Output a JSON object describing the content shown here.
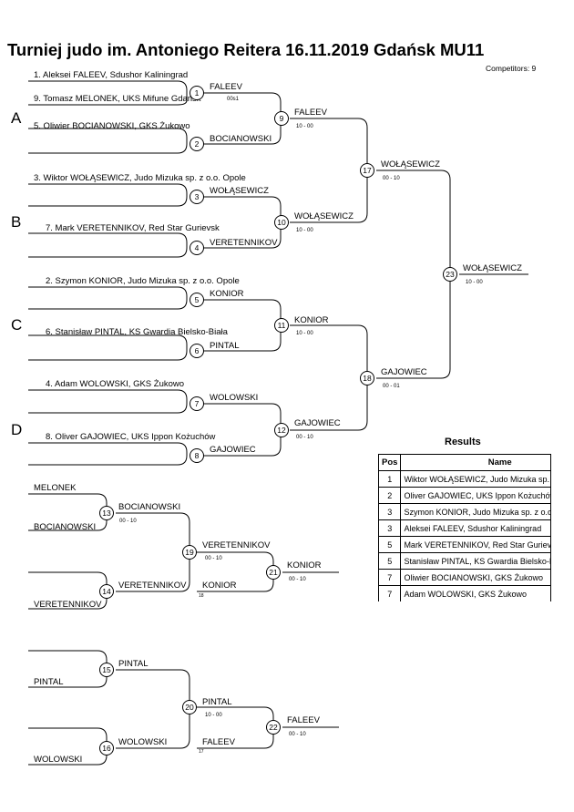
{
  "title": "Turniej judo im. Antoniego Reitera  16.11.2019  Gdańsk   MU11",
  "competitors_label": "Competitors: 9",
  "pools": [
    "A",
    "B",
    "C",
    "D"
  ],
  "entries": [
    "1. Aleksei FALEEV, Sdushor Kaliningrad",
    "9. Tomasz MELONEK, UKS Mifune Gdańsk",
    "5. Oliwier BOCIANOWSKI, GKS Żukowo",
    "3. Wiktor WOŁĄSEWICZ, Judo Mizuka sp. z o.o. Opole",
    "7. Mark VERETENNIKOV, Red Star Gurievsk",
    "2. Szymon KONIOR, Judo Mizuka sp. z o.o. Opole",
    "6. Stanisław PINTAL, KS Gwardia Bielsko-Biała",
    "4. Adam WOLOWSKI, GKS Żukowo",
    "8. Oliver GAJOWIEC, UKS Ippon Kożuchów"
  ],
  "matches": {
    "m1": {
      "num": "1",
      "winner": "FALEEV",
      "score": "00s1"
    },
    "m2": {
      "num": "2",
      "winner": "BOCIANOWSKI"
    },
    "m3": {
      "num": "3",
      "winner": "WOŁĄSEWICZ"
    },
    "m4": {
      "num": "4",
      "winner": "VERETENNIKOV"
    },
    "m5": {
      "num": "5",
      "winner": "KONIOR"
    },
    "m6": {
      "num": "6",
      "winner": "PINTAL"
    },
    "m7": {
      "num": "7",
      "winner": "WOLOWSKI"
    },
    "m8": {
      "num": "8",
      "winner": "GAJOWIEC"
    },
    "m9": {
      "num": "9",
      "winner": "FALEEV",
      "score": "10 - 00"
    },
    "m10": {
      "num": "10",
      "winner": "WOŁĄSEWICZ",
      "score": "10 - 00"
    },
    "m11": {
      "num": "11",
      "winner": "KONIOR",
      "score": "10 - 00"
    },
    "m12": {
      "num": "12",
      "winner": "GAJOWIEC",
      "score": "00 - 10"
    },
    "m17": {
      "num": "17",
      "winner": "WOŁĄSEWICZ",
      "score": "00 - 10"
    },
    "m18": {
      "num": "18",
      "winner": "GAJOWIEC",
      "score": "00 - 01"
    },
    "m23": {
      "num": "23",
      "winner": "WOŁĄSEWICZ",
      "score": "10 - 00"
    }
  },
  "repechage": {
    "top_entries": [
      "MELONEK",
      "BOCIANOWSKI",
      "VERETENNIKOV"
    ],
    "m13": {
      "num": "13",
      "winner": "BOCIANOWSKI",
      "score": "00 - 10"
    },
    "m14": {
      "num": "14",
      "winner": "VERETENNIKOV"
    },
    "m19": {
      "num": "19",
      "winner": "VERETENNIKOV",
      "score": "00 - 10"
    },
    "m21": {
      "num": "21",
      "winner": "KONIOR",
      "score": "00 - 10",
      "entrant": "KONIOR",
      "entrant_from": "18"
    },
    "bottom_entries": [
      "PINTAL",
      "WOLOWSKI"
    ],
    "m15": {
      "num": "15",
      "winner": "PINTAL"
    },
    "m16": {
      "num": "16",
      "winner": "WOLOWSKI"
    },
    "m20": {
      "num": "20",
      "winner": "PINTAL",
      "score": "10 - 00"
    },
    "m22": {
      "num": "22",
      "winner": "FALEEV",
      "score": "00 - 10",
      "entrant": "FALEEV",
      "entrant_from": "17"
    }
  },
  "results": {
    "title": "Results",
    "headers": [
      "Pos",
      "Name"
    ],
    "rows": [
      [
        "1",
        "Wiktor WOŁĄSEWICZ, Judo Mizuka sp. z o.o. Opole"
      ],
      [
        "2",
        "Oliver GAJOWIEC, UKS Ippon Kożuchów"
      ],
      [
        "3",
        "Szymon KONIOR, Judo Mizuka sp. z o.o. Opole"
      ],
      [
        "3",
        "Aleksei FALEEV, Sdushor Kaliningrad"
      ],
      [
        "5",
        "Mark VERETENNIKOV, Red Star Gurievsk"
      ],
      [
        "5",
        "Stanisław PINTAL, KS Gwardia Bielsko-Biała"
      ],
      [
        "7",
        "Oliwier BOCIANOWSKI, GKS Żukowo"
      ],
      [
        "7",
        "Adam WOLOWSKI, GKS Żukowo"
      ]
    ]
  }
}
